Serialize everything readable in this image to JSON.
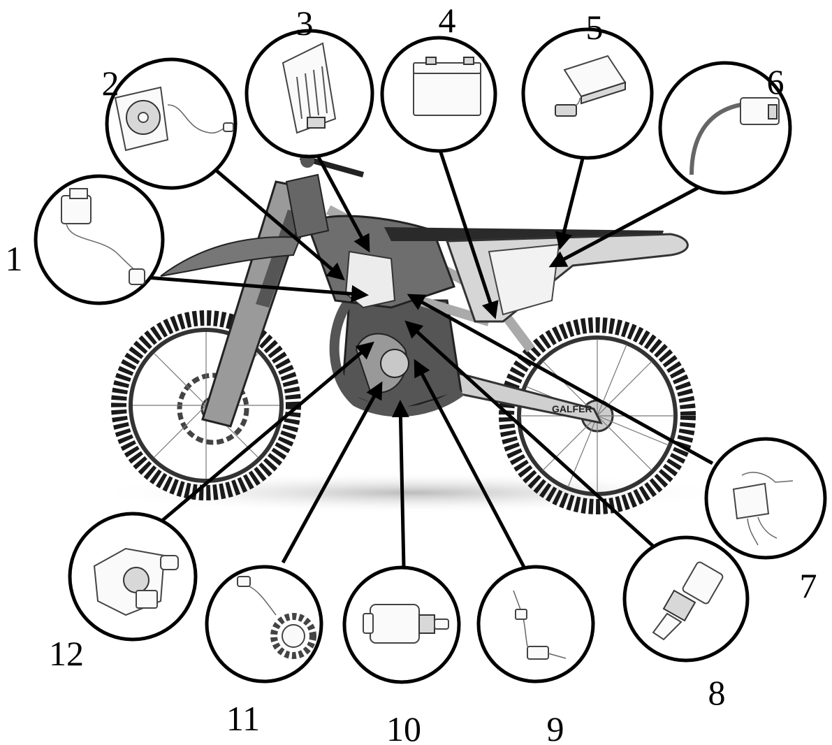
{
  "diagram": {
    "subject": "motorcycle",
    "callouts": [
      {
        "number": "1",
        "part_icon": "ignition-coil-icon"
      },
      {
        "number": "2",
        "part_icon": "radiator-fan-icon"
      },
      {
        "number": "3",
        "part_icon": "ecu-module-icon"
      },
      {
        "number": "4",
        "part_icon": "battery-icon"
      },
      {
        "number": "5",
        "part_icon": "cdi-unit-icon"
      },
      {
        "number": "6",
        "part_icon": "connector-cable-icon"
      },
      {
        "number": "7",
        "part_icon": "relay-switch-icon"
      },
      {
        "number": "8",
        "part_icon": "temperature-sensor-icon"
      },
      {
        "number": "9",
        "part_icon": "position-sensor-icon"
      },
      {
        "number": "10",
        "part_icon": "starter-motor-icon"
      },
      {
        "number": "11",
        "part_icon": "stator-icon"
      },
      {
        "number": "12",
        "part_icon": "starter-relay-icon"
      }
    ]
  }
}
